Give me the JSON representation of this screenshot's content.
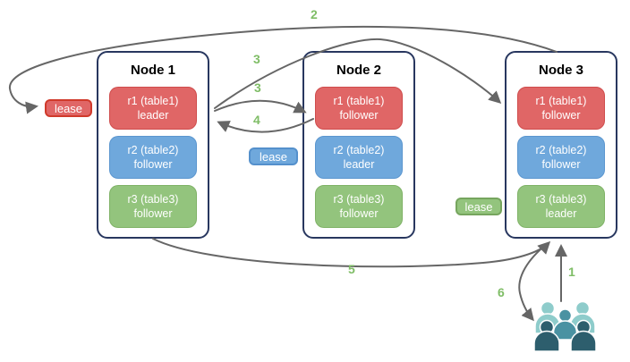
{
  "diagram": {
    "nodes": [
      {
        "title": "Node 1",
        "replicas": [
          {
            "label": "r1 (table1)",
            "role": "leader",
            "color": "#e06666"
          },
          {
            "label": "r2 (table2)",
            "role": "follower",
            "color": "#6fa8dc"
          },
          {
            "label": "r3 (table3)",
            "role": "follower",
            "color": "#93c47d"
          }
        ]
      },
      {
        "title": "Node 2",
        "replicas": [
          {
            "label": "r1 (table1)",
            "role": "follower",
            "color": "#e06666"
          },
          {
            "label": "r2 (table2)",
            "role": "leader",
            "color": "#6fa8dc"
          },
          {
            "label": "r3 (table3)",
            "role": "follower",
            "color": "#93c47d"
          }
        ]
      },
      {
        "title": "Node 3",
        "replicas": [
          {
            "label": "r1 (table1)",
            "role": "follower",
            "color": "#e06666"
          },
          {
            "label": "r2 (table2)",
            "role": "follower",
            "color": "#6fa8dc"
          },
          {
            "label": "r3 (table3)",
            "role": "leader",
            "color": "#93c47d"
          }
        ]
      }
    ],
    "leases": [
      {
        "label": "lease",
        "color": "#e06666"
      },
      {
        "label": "lease",
        "color": "#6fa8dc"
      },
      {
        "label": "lease",
        "color": "#93c47d"
      }
    ],
    "steps": {
      "s1": "1",
      "s2": "2",
      "s3a": "3",
      "s3b": "3",
      "s4": "4",
      "s5": "5",
      "s6": "6"
    },
    "icons": {
      "users": "users-group-icon"
    },
    "colors": {
      "replica_red": "#e06666",
      "replica_blue": "#6fa8dc",
      "replica_green": "#93c47d",
      "node_border": "#28375f",
      "arrow": "#666666",
      "step_label": "#7fbd66",
      "users_light": "#8ecccb",
      "users_mid": "#4a92a2",
      "users_dark": "#2d5e6d"
    }
  }
}
